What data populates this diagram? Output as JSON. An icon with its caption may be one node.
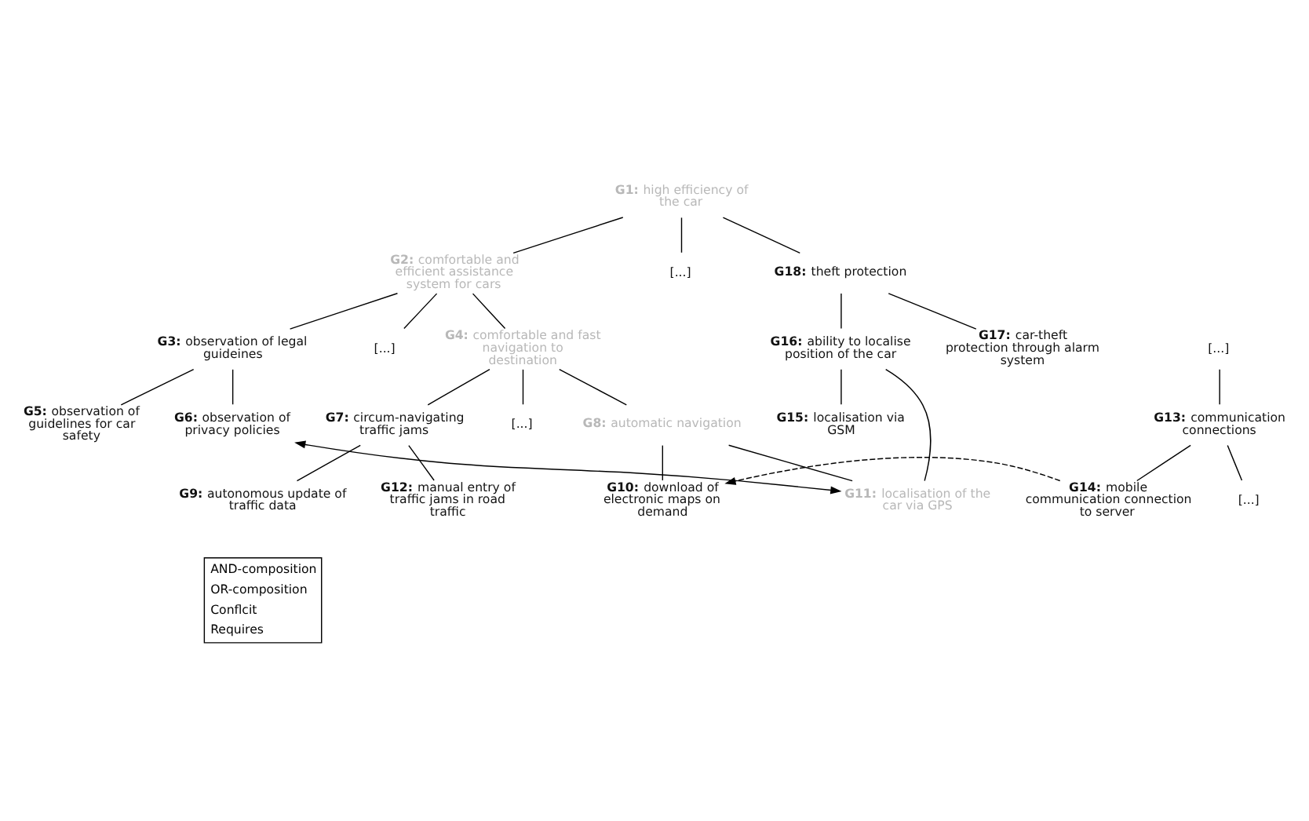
{
  "diagram": {
    "nodes": [
      {
        "text": [
          "**G1:** high efficiency of the car"
        ]
      },
      {
        "text": [
          "**G2:** comfortable and efficient assistance system for cars"
        ]
      },
      {
        "text": [
          "[...]"
        ]
      },
      {
        "text": [
          "**G18:** theft protection"
        ]
      },
      {
        "text": [
          "**G3:** observation of legal guideines"
        ]
      },
      {
        "text": [
          "[...]"
        ]
      },
      {
        "text": [
          "**G4:** comfortable and fast navigation to destination"
        ]
      },
      {
        "text": [
          "**G16:** ability to localise position of the car"
        ]
      },
      {
        "text": [
          "**G17:** car-theft protection through alarm system"
        ]
      },
      {
        "text": [
          "**G5:** observation of guidelines for car safety"
        ]
      },
      {
        "text": [
          "**G6:** observation of privacy policies"
        ]
      },
      {
        "text": [
          "**G7:** circum-navigating traffic jams"
        ]
      },
      {
        "text": [
          "[...]"
        ]
      },
      {
        "text": [
          "**G8:** automatic navigation"
        ]
      },
      {
        "text": [
          "**G15:** localisation via GSM"
        ]
      },
      {
        "text": [
          "**G9:** autonomous update of traffic data"
        ]
      },
      {
        "text": [
          "**G10:** download of electronic maps on demand"
        ]
      },
      {
        "text": [
          "**G11:** localisation of the car via GPS"
        ]
      },
      {
        "text": [
          "**G12:** manual entry of traffic jams in road traffic"
        ]
      },
      {
        "text": [
          "[...]"
        ]
      },
      {
        "text": [
          "**G13:** communication connections"
        ]
      },
      {
        "text": [
          "**G14:** mobile communication connection to server"
        ]
      },
      {
        "text": [
          "[...]"
        ]
      }
    ],
    "edges": [
      {
        "from": 0,
        "to": 1,
        "arrow": "none"
      },
      {
        "from": 0,
        "to": 2,
        "arrow": "none"
      },
      {
        "from": 0,
        "to": 3,
        "arrow": "none"
      },
      {
        "from": 1,
        "to": 4,
        "arrow": "none"
      },
      {
        "from": 1,
        "to": 5,
        "arrow": "none"
      },
      {
        "from": 1,
        "to": 6,
        "arrow": "none"
      },
      {
        "from": 3,
        "to": 7,
        "arrow": "none"
      },
      {
        "from": 3,
        "to": 8,
        "arrow": "none"
      },
      {
        "from": 4,
        "to": 9,
        "arrow": "none"
      },
      {
        "from": 4,
        "to": 10,
        "arrow": "none"
      },
      {
        "from": 6,
        "to": 11,
        "arrow": "none"
      },
      {
        "from": 6,
        "to": 12,
        "arrow": "none"
      },
      {
        "from": 6,
        "to": 13,
        "arrow": "none"
      },
      {
        "from": 7,
        "to": 14,
        "arrow": "none"
      },
      {
        "from": 7,
        "to": 17,
        "arrow": "none"
      },
      {
        "from": 11,
        "to": 15,
        "arrow": "none"
      },
      {
        "from": 11,
        "to": 18,
        "arrow": "none"
      },
      {
        "from": 13,
        "to": 16,
        "arrow": "none"
      },
      {
        "from": 13,
        "to": 17,
        "arrow": "none"
      },
      {
        "from": 19,
        "to": 20,
        "arrow": "none"
      },
      {
        "from": 20,
        "to": 21,
        "arrow": "none"
      },
      {
        "from": 20,
        "to": 22,
        "arrow": "none"
      },
      {
        "from": 21,
        "to": 16,
        "arrow": "to",
        "style": "dashed"
      },
      {
        "from": 10,
        "to": 17,
        "arrow": "both"
      }
    ],
    "legend": [
      {
        "text": "AND-composition"
      },
      {
        "text": "OR-composition"
      },
      {
        "text": "Conflcit"
      },
      {
        "text": "Requires"
      }
    ]
  }
}
